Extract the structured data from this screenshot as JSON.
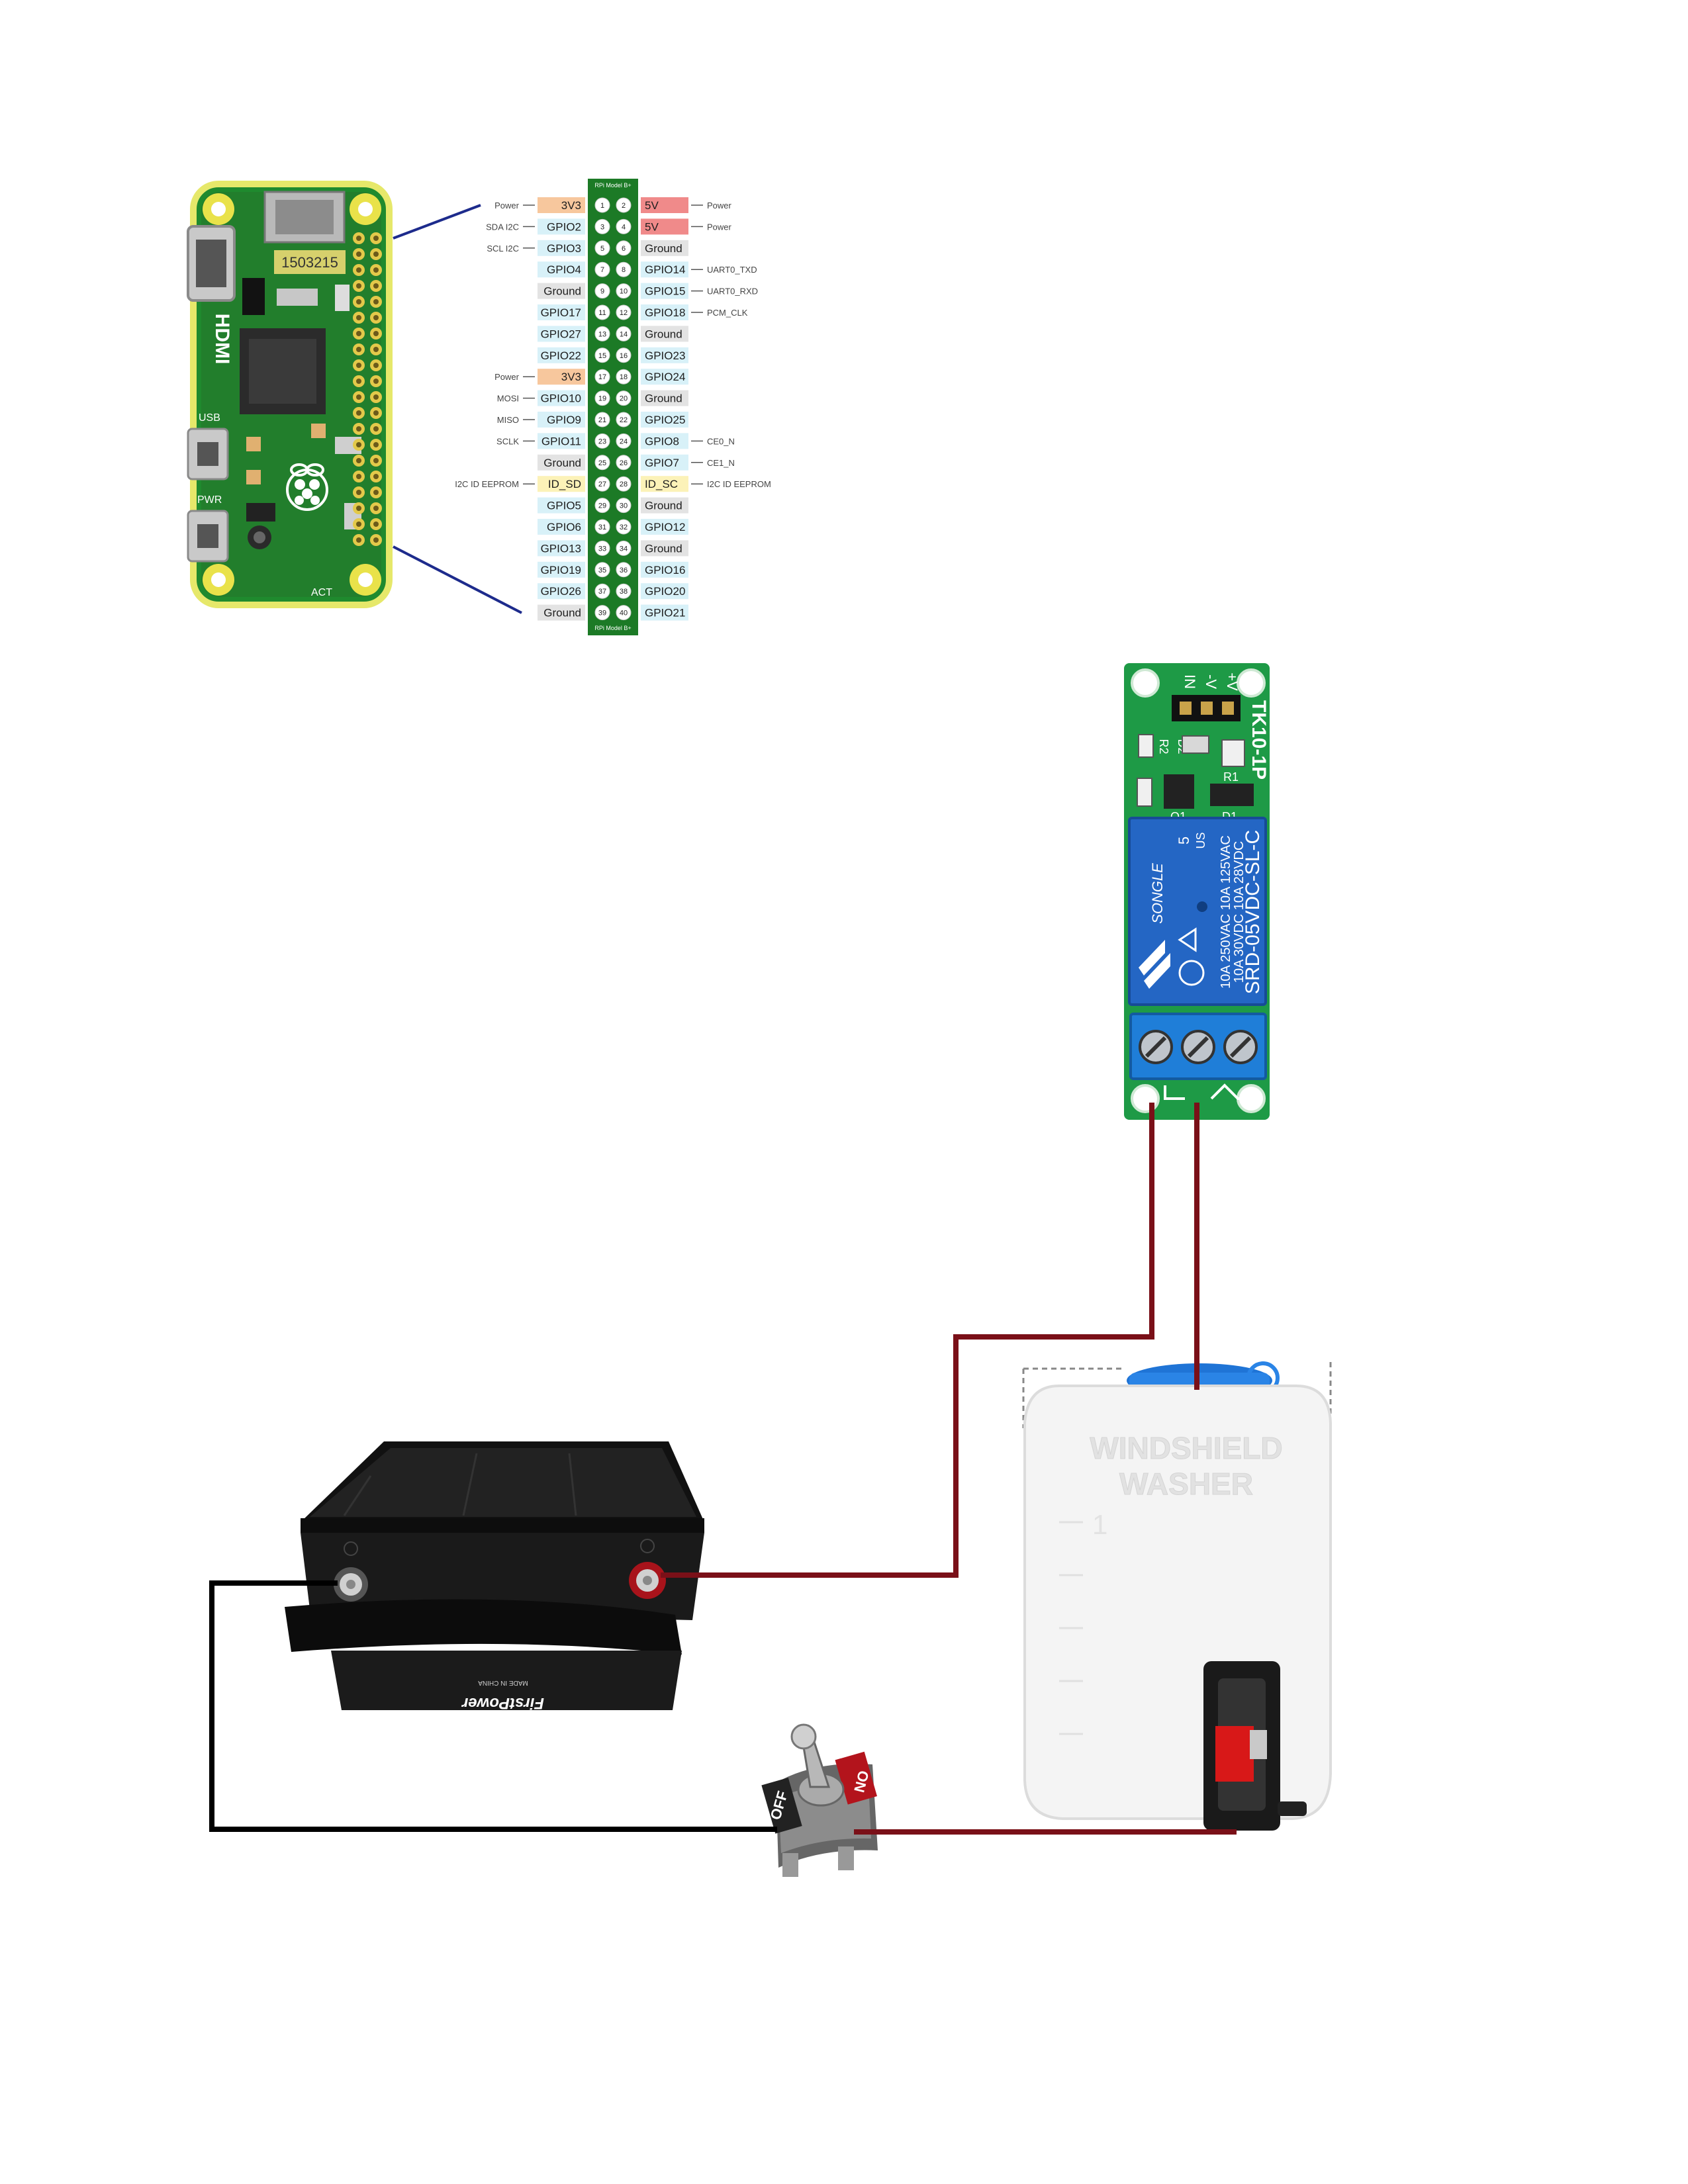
{
  "header_label": "RPi Model B+",
  "footer_label": "RPi Model B+",
  "colors": {
    "power3v3": "#f7c79d",
    "power5v": "#f08a8a",
    "ground": "#e3e3e3",
    "gpio": "#d8f1f8",
    "eeprom": "#fcf2b8",
    "header_green": "#1c7a26",
    "wire_red": "#7a1018",
    "wire_black": "#000000",
    "line_blue": "#1d2b8c"
  },
  "pinout": {
    "rows": [
      {
        "left_desc": "Power",
        "left_name": "3V3",
        "left_type": "power3v3",
        "left_num": "1",
        "right_num": "2",
        "right_name": "5V",
        "right_type": "power5v",
        "right_desc": "Power"
      },
      {
        "left_desc": "SDA I2C",
        "left_name": "GPIO2",
        "left_type": "gpio",
        "left_num": "3",
        "right_num": "4",
        "right_name": "5V",
        "right_type": "power5v",
        "right_desc": "Power"
      },
      {
        "left_desc": "SCL I2C",
        "left_name": "GPIO3",
        "left_type": "gpio",
        "left_num": "5",
        "right_num": "6",
        "right_name": "Ground",
        "right_type": "ground",
        "right_desc": ""
      },
      {
        "left_desc": "",
        "left_name": "GPIO4",
        "left_type": "gpio",
        "left_num": "7",
        "right_num": "8",
        "right_name": "GPIO14",
        "right_type": "gpio",
        "right_desc": "UART0_TXD"
      },
      {
        "left_desc": "",
        "left_name": "Ground",
        "left_type": "ground",
        "left_num": "9",
        "right_num": "10",
        "right_name": "GPIO15",
        "right_type": "gpio",
        "right_desc": "UART0_RXD"
      },
      {
        "left_desc": "",
        "left_name": "GPIO17",
        "left_type": "gpio",
        "left_num": "11",
        "right_num": "12",
        "right_name": "GPIO18",
        "right_type": "gpio",
        "right_desc": "PCM_CLK"
      },
      {
        "left_desc": "",
        "left_name": "GPIO27",
        "left_type": "gpio",
        "left_num": "13",
        "right_num": "14",
        "right_name": "Ground",
        "right_type": "ground",
        "right_desc": ""
      },
      {
        "left_desc": "",
        "left_name": "GPIO22",
        "left_type": "gpio",
        "left_num": "15",
        "right_num": "16",
        "right_name": "GPIO23",
        "right_type": "gpio",
        "right_desc": ""
      },
      {
        "left_desc": "Power",
        "left_name": "3V3",
        "left_type": "power3v3",
        "left_num": "17",
        "right_num": "18",
        "right_name": "GPIO24",
        "right_type": "gpio",
        "right_desc": ""
      },
      {
        "left_desc": "MOSI",
        "left_name": "GPIO10",
        "left_type": "gpio",
        "left_num": "19",
        "right_num": "20",
        "right_name": "Ground",
        "right_type": "ground",
        "right_desc": ""
      },
      {
        "left_desc": "MISO",
        "left_name": "GPIO9",
        "left_type": "gpio",
        "left_num": "21",
        "right_num": "22",
        "right_name": "GPIO25",
        "right_type": "gpio",
        "right_desc": ""
      },
      {
        "left_desc": "SCLK",
        "left_name": "GPIO11",
        "left_type": "gpio",
        "left_num": "23",
        "right_num": "24",
        "right_name": "GPIO8",
        "right_type": "gpio",
        "right_desc": "CE0_N"
      },
      {
        "left_desc": "",
        "left_name": "Ground",
        "left_type": "ground",
        "left_num": "25",
        "right_num": "26",
        "right_name": "GPIO7",
        "right_type": "gpio",
        "right_desc": "CE1_N"
      },
      {
        "left_desc": "I2C ID EEPROM",
        "left_name": "ID_SD",
        "left_type": "eeprom",
        "left_num": "27",
        "right_num": "28",
        "right_name": "ID_SC",
        "right_type": "eeprom",
        "right_desc": "I2C ID EEPROM"
      },
      {
        "left_desc": "",
        "left_name": "GPIO5",
        "left_type": "gpio",
        "left_num": "29",
        "right_num": "30",
        "right_name": "Ground",
        "right_type": "ground",
        "right_desc": ""
      },
      {
        "left_desc": "",
        "left_name": "GPIO6",
        "left_type": "gpio",
        "left_num": "31",
        "right_num": "32",
        "right_name": "GPIO12",
        "right_type": "gpio",
        "right_desc": ""
      },
      {
        "left_desc": "",
        "left_name": "GPIO13",
        "left_type": "gpio",
        "left_num": "33",
        "right_num": "34",
        "right_name": "Ground",
        "right_type": "ground",
        "right_desc": ""
      },
      {
        "left_desc": "",
        "left_name": "GPIO19",
        "left_type": "gpio",
        "left_num": "35",
        "right_num": "36",
        "right_name": "GPIO16",
        "right_type": "gpio",
        "right_desc": ""
      },
      {
        "left_desc": "",
        "left_name": "GPIO26",
        "left_type": "gpio",
        "left_num": "37",
        "right_num": "38",
        "right_name": "GPIO20",
        "right_type": "gpio",
        "right_desc": ""
      },
      {
        "left_desc": "",
        "left_name": "Ground",
        "left_type": "ground",
        "left_num": "39",
        "right_num": "40",
        "right_name": "GPIO21",
        "right_type": "gpio",
        "right_desc": ""
      }
    ]
  },
  "pi_board": {
    "chip_text": "1503215",
    "hdmi_label": "HDMI",
    "usb_label": "USB",
    "pwr_label": "PWR",
    "act_label": "ACT",
    "logo_icon": "raspberry-logo-icon"
  },
  "relay": {
    "model": "TK10-1P",
    "pin_labels": [
      "IN",
      "-V",
      "+V"
    ],
    "r1": "R1",
    "r2": "R2",
    "d1": "D1",
    "d2": "D2",
    "q1": "Q1",
    "brand": "SONGLE",
    "rating1": "10A 250VAC  10A 125VAC",
    "rating2": "10A 30VDC   10A 28VDC",
    "part": "SRD-05VDC-SL-C",
    "num": "5",
    "ul": "US"
  },
  "tank": {
    "line1": "WINDSHIELD",
    "line2": "WASHER",
    "mark": "1"
  },
  "battery": {
    "brand": "FirstPower",
    "tiny": "MADE IN CHINA"
  },
  "switch": {
    "on": "ON",
    "off": "OFF"
  }
}
